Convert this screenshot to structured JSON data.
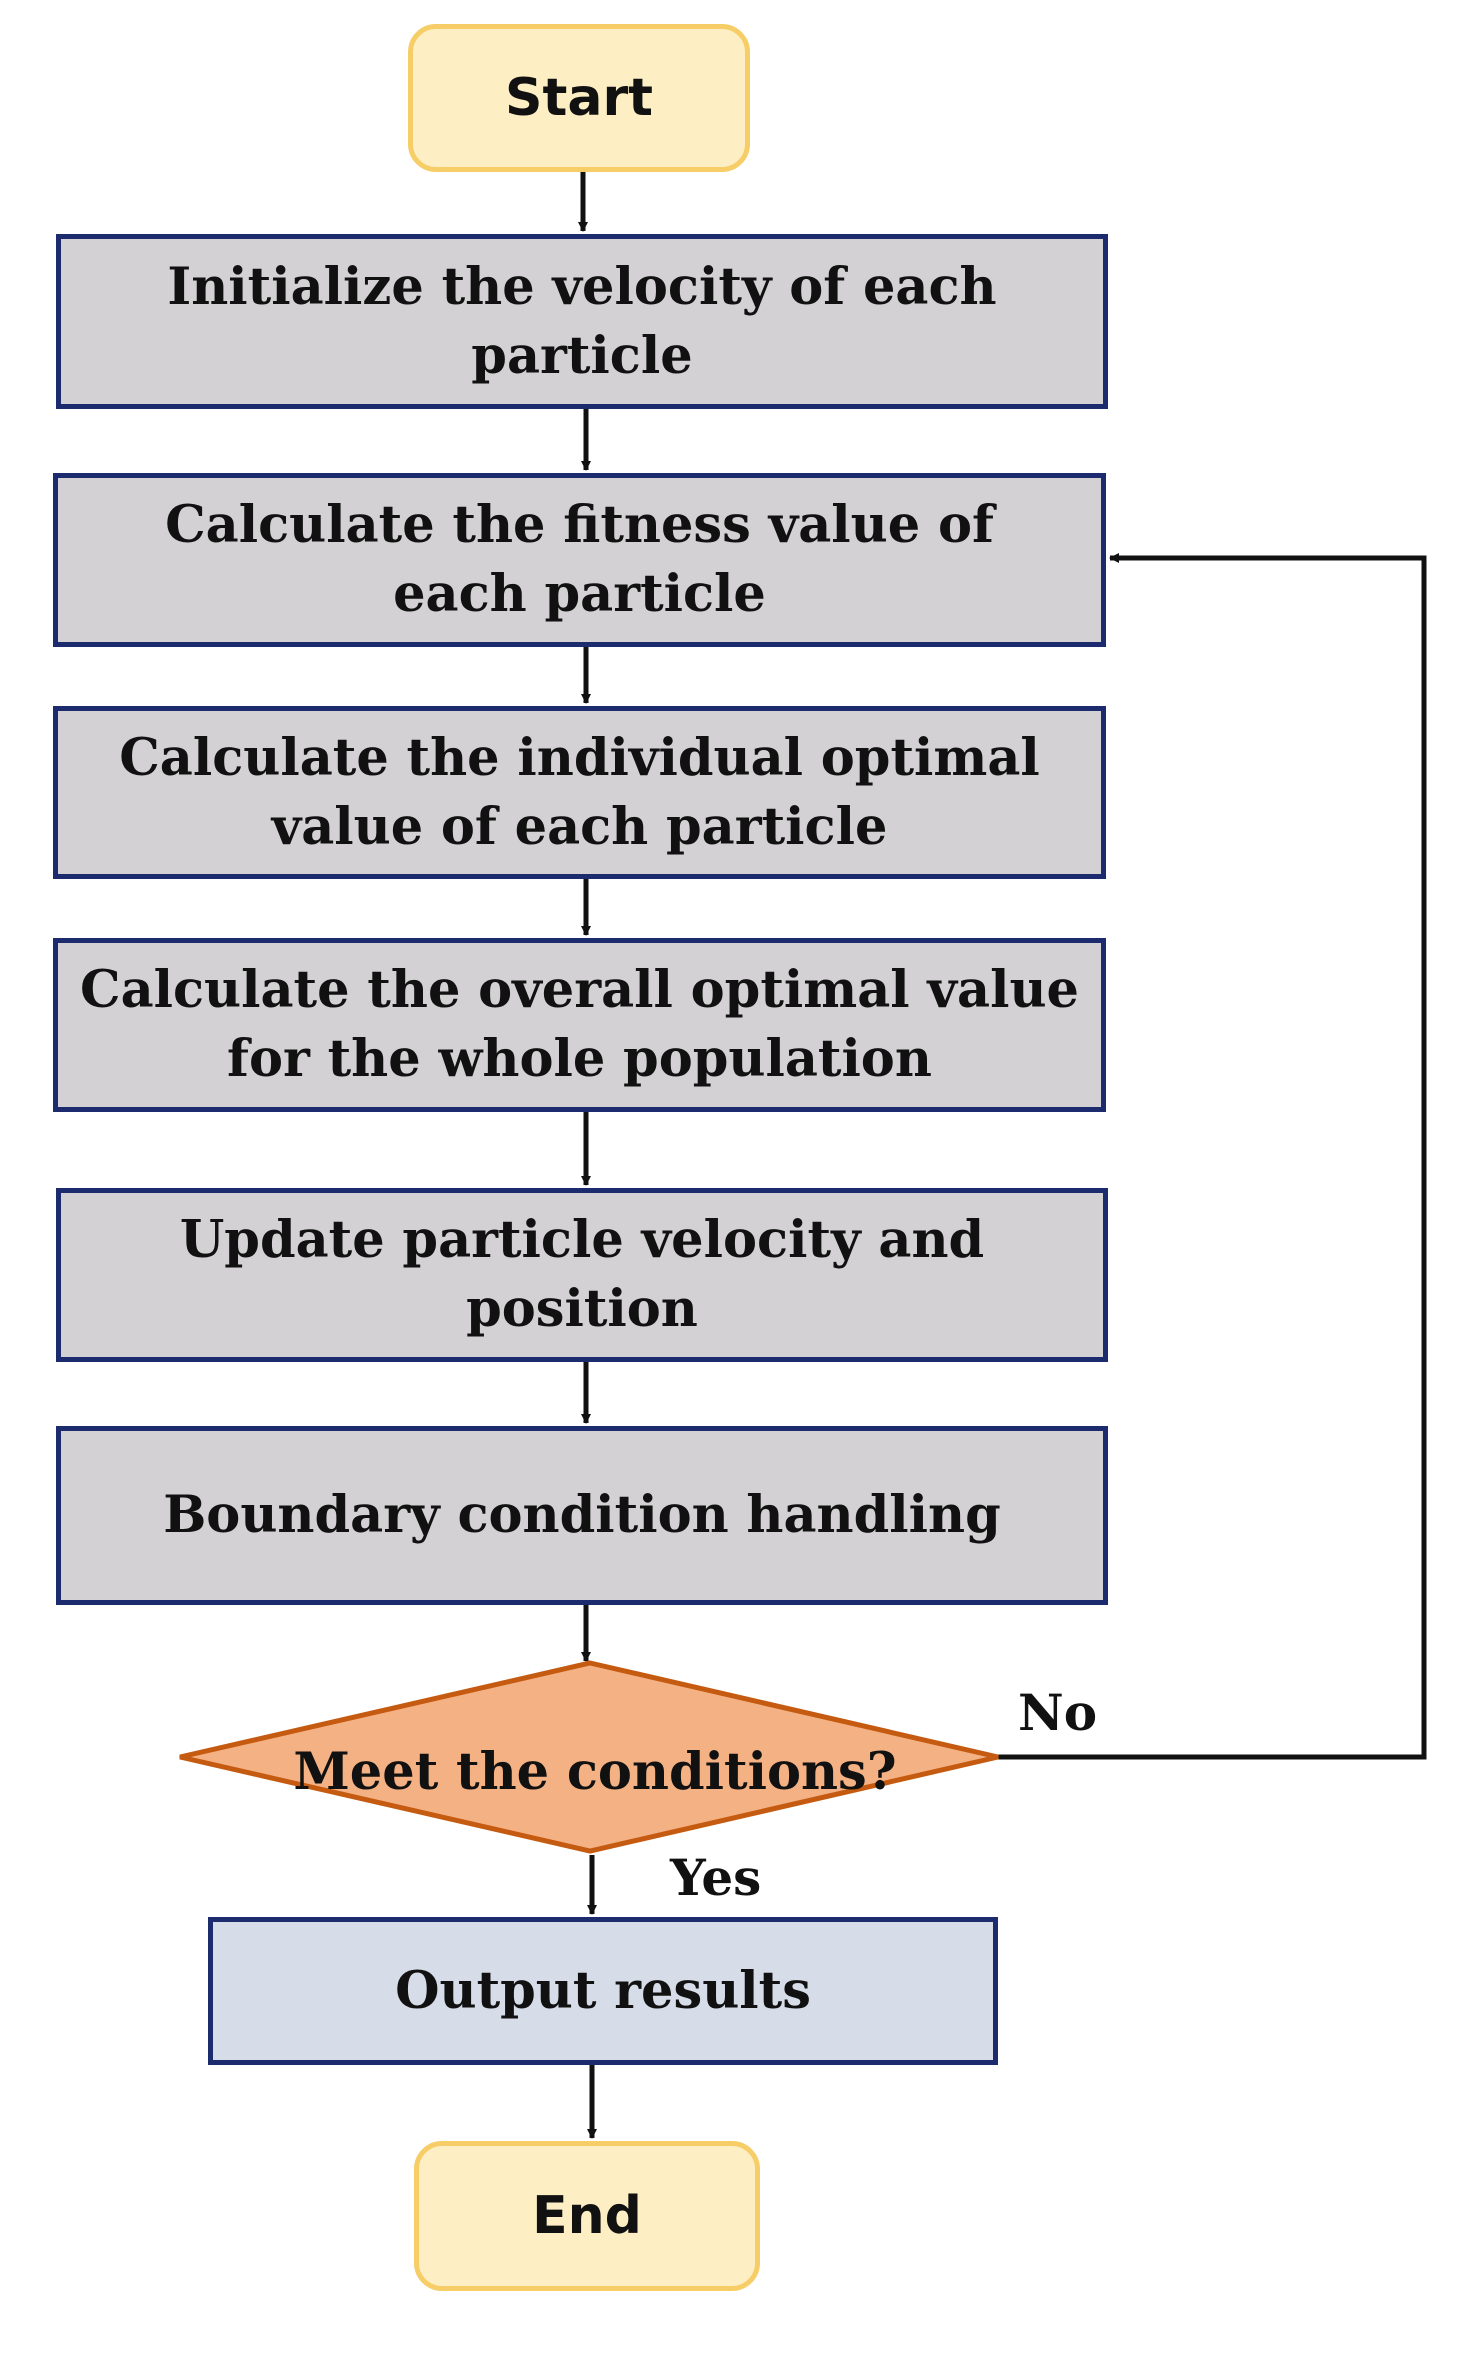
{
  "flowchart": {
    "start": "Start",
    "steps": [
      "Initialize the velocity of each\nparticle",
      "Calculate the fitness value of\neach particle",
      "Calculate the individual optimal\nvalue of each particle",
      "Calculate the overall optimal value\nfor the whole population",
      "Update particle velocity and\nposition",
      "Boundary condition handling"
    ],
    "decision": "Meet the conditions?",
    "branch_no": "No",
    "branch_yes": "Yes",
    "output": "Output results",
    "end": "End"
  },
  "colors": {
    "terminal_fill": "#fdefc3",
    "terminal_border": "#f6cd66",
    "process_fill": "#d3d1d3",
    "process_border": "#1c2b6e",
    "decision_fill": "#f4b183",
    "decision_border": "#c55a11",
    "output_fill": "#d6dde8",
    "arrow": "#111111"
  }
}
